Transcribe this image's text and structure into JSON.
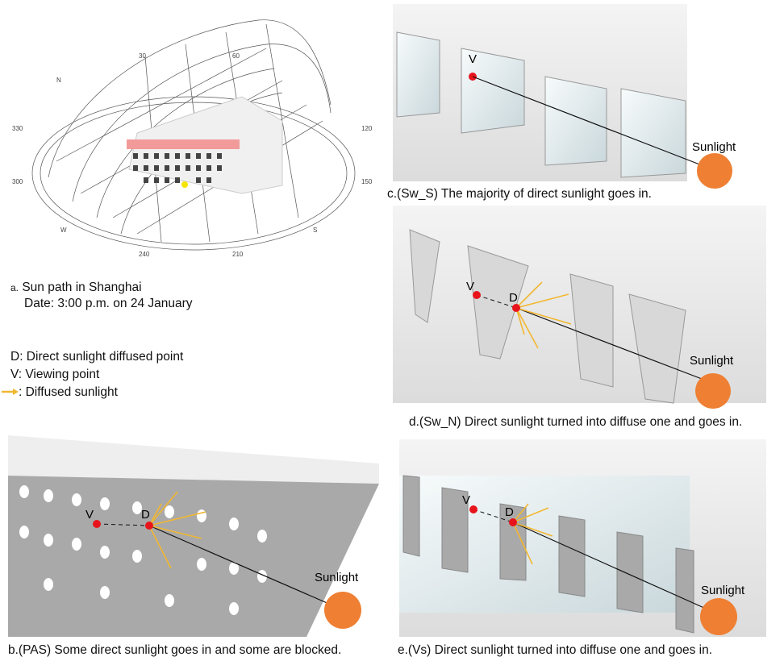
{
  "panel_a": {
    "compass_labels": [
      "N",
      "30",
      "60",
      "120",
      "150",
      "S",
      "210",
      "240",
      "W",
      "300",
      "330"
    ],
    "caption_letter": "a.",
    "caption_line1": "Sun path in Shanghai",
    "caption_line2": "Date: 3:00 p.m. on 24 January"
  },
  "legend": {
    "d": "D: Direct sunlight diffused point",
    "v": "V: Viewing point",
    "arrow": ": Diffused sunlight"
  },
  "labels": {
    "view": "V",
    "diffuse": "D",
    "sunlight": "Sunlight"
  },
  "captions": {
    "c": "c.(Sw_S) The majority of direct sunlight goes in.",
    "d": "d.(Sw_N) Direct sunlight turned into diffuse one and goes in.",
    "b": "b.(PAS) Some direct sunlight goes in and some are blocked.",
    "e": "e.(Vs) Direct sunlight turned into diffuse one and goes in."
  },
  "colors": {
    "sun": "#ee7f33",
    "point": "#e8141b",
    "diffused": "#f2b731",
    "highlight": "#f29a9a"
  }
}
